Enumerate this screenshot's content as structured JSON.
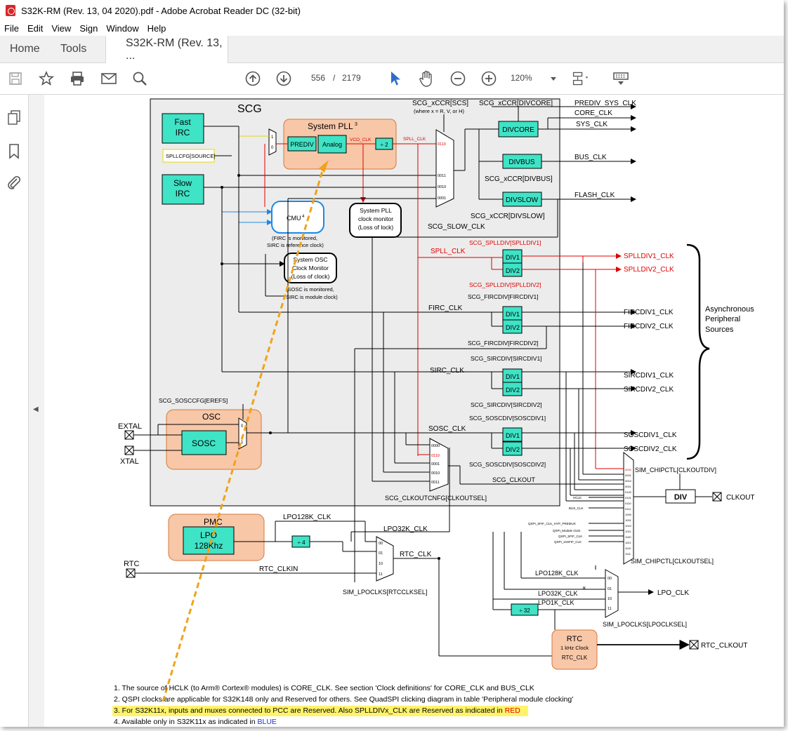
{
  "window": {
    "title": "S32K-RM (Rev. 13, 04 2020).pdf - Adobe Acrobat Reader DC (32-bit)"
  },
  "menu": [
    "File",
    "Edit",
    "View",
    "Sign",
    "Window",
    "Help"
  ],
  "tabs": {
    "home": "Home",
    "tools": "Tools",
    "document": "S32K-RM (Rev. 13, ..."
  },
  "toolbar": {
    "page_current": "556",
    "page_sep": "/",
    "page_total": "2179",
    "zoom": "120%"
  },
  "colors": {
    "accent_blue": "#2d6ec8",
    "teal_block": "#3fe3c6",
    "peach_block": "#f7c7a8",
    "red_signal": "#e00000",
    "highlight": "#fff36b",
    "annotation_orange": "#f0a31a"
  },
  "diagram": {
    "scg_title": "SCG",
    "fast_irc": [
      "Fast",
      "IRC"
    ],
    "splcfg_source": "SPLLCFG[SOURCE]",
    "slow_irc": [
      "Slow",
      "IRC"
    ],
    "system_pll": "System PLL",
    "pll_sup": "3",
    "prediv": "PREDIV",
    "analog": "Analog",
    "vco_clk": "VCO_CLK",
    "div2": "÷ 2",
    "spll_clk_small": "SPLL_CLK",
    "scg_xccr_scs": "SCG_xCCR[SCS]",
    "where_x": "(where x = R, V, or H)",
    "scg_xccr_divcore": "SCG_xCCR[DIVCORE]",
    "divcore": "DIVCORE",
    "divbus": "DIVBUS",
    "divslow": "DIVSLOW",
    "scg_xccr_divbus": "SCG_xCCR[DIVBUS]",
    "scg_xccr_divslow": "SCG_xCCR[DIVSLOW]",
    "prediv_sys_clk": "PREDIV_SYS_CLK",
    "core_clk": "CORE_CLK",
    "sys_clk": "SYS_CLK",
    "bus_clk": "BUS_CLK",
    "flash_clk": "FLASH_CLK",
    "scg_slow_clk": "SCG_SLOW_CLK",
    "cmu": "CMU",
    "cmu_sup": "4",
    "cmu_note": [
      "(FIRC is monitored,",
      "SIRC is reference clock)"
    ],
    "pll_monitor": [
      "System PLL",
      "clock monitor",
      "(Loss of lock)"
    ],
    "osc_monitor": [
      "System OSC",
      "Clock Monitor",
      "(Loss of clock)"
    ],
    "osc_monitor_note": [
      "(SOSC is monitored,",
      "SIRC is module clock)"
    ],
    "spll_clk": "SPLL_CLK",
    "scg_splldiv1": "SCG_SPLLDIV[SPLLDIV1]",
    "scg_splldiv2": "SCG_SPLLDIV[SPLLDIV2]",
    "div1": "DIV1",
    "div2_label": "DIV2",
    "splldiv1_clk": "SPLLDIV1_CLK",
    "splldiv2_clk": "SPLLDIV2_CLK",
    "scg_fircdiv1": "SCG_FIRCDIV[FIRCDIV1]",
    "scg_fircdiv2": "SCG_FIRCDIV[FIRCDIV2]",
    "firc_clk": "FIRC_CLK",
    "fircdiv1_clk": "FIRCDIV1_CLK",
    "fircdiv2_clk": "FIRCDIV2_CLK",
    "scg_sircdiv1": "SCG_SIRCDIV[SIRCDIV1]",
    "scg_sircdiv2": "SCG_SIRCDIV[SIRCDIV2]",
    "sirc_clk": "SIRC_CLK",
    "sircdiv1_clk": "SIRCDIV1_CLK",
    "sircdiv2_clk": "SIRCDIV2_CLK",
    "scg_sosccfg": "SCG_SOSCCFG[EREFS]",
    "osc": "OSC",
    "sosc": "SOSC",
    "extal": "EXTAL",
    "xtal": "XTAL",
    "scg_soscdiv1": "SCG_SOSCDIV[SOSCDIV1]",
    "scg_soscdiv2": "SCG_SOSCDIV[SOSCDIV2]",
    "sosc_clk": "SOSC_CLK",
    "soscdiv1_clk": "SOSCDIV1_CLK",
    "soscdiv2_clk": "SOSCDIV2_CLK",
    "async": [
      "Asynchronous",
      "Peripheral",
      "Sources"
    ],
    "scg_clkout": "SCG_CLKOUT",
    "scg_clkoutcnfg": "SCG_CLKOUTCNFG[CLKOUTSEL]",
    "sim_chipctl_div": "SIM_CHIPCTL[CLKOUTDIV]",
    "sim_chipctl_sel": "SIM_CHIPCTL[CLKOUTSEL]",
    "div": "DIV",
    "clkout": "CLKOUT",
    "hclk": "HCLK",
    "bus_clk_small": "BUS_CLK",
    "qspi_sfif_hyp": "QSPI_SFIF_CLK_HYP_PREMUX",
    "qspi_module": "QSPI_Module clock",
    "qspi_sfif": "QSPI_SFIF_CLK",
    "qspi_2x": "QSPI_2xSFIF_CLK",
    "pmc": "PMC",
    "lpo": "LPO",
    "lpo_freq": "128Khz",
    "lpo128k_clk": "LPO128K_CLK",
    "div4": "÷ 4",
    "lpo32k_clk": "LPO32K_CLK",
    "rtc": "RTC",
    "rtc_clkin": "RTC_CLKIN",
    "rtc_clk": "RTC_CLK",
    "sim_lpoclks_rtc": "SIM_LPOCLKS[RTCCLKSEL]",
    "lpo128k_clk2": "LPO128K_CLK",
    "lpo32k_clk2": "LPO32K_CLK",
    "lpo1k_clk": "LPO1K_CLK",
    "div32": "÷ 32",
    "lpo_clk": "LPO_CLK",
    "sim_lpoclks_lpo": "SIM_LPOCLKS[LPOCLKSEL]",
    "rtc_block": [
      "RTC",
      "1 kHz Clock",
      "RTC_CLK"
    ],
    "rtc_clkout": "RTC_CLKOUT",
    "mux_codes": [
      "0000",
      "0001",
      "0010",
      "0011"
    ],
    "scg_mux_codes": [
      "0110",
      "0011",
      "0010",
      "0001"
    ],
    "clkout_codes": [
      "0110",
      "0001",
      "0010",
      "0011"
    ],
    "chipctl_codes": [
      "0000",
      "0001",
      "0010",
      "0011",
      "0100",
      "0101",
      "0110",
      "0111",
      "1000",
      "1001",
      "1010",
      "1011",
      "1100",
      "1101",
      "1110",
      "1111"
    ],
    "rtc_codes": [
      "00",
      "01",
      "10",
      "11"
    ],
    "lpo_codes": [
      "00",
      "01",
      "10",
      "11"
    ]
  },
  "notes": {
    "n1": "1. The source of HCLK (to Arm® Cortex® modules) is CORE_CLK. See section 'Clock definitions' for CORE_CLK and BUS_CLK",
    "n2": "2. QSPI clocks are applicable for S32K148 only and Reserved for others. See QuadSPI clicking diagram in table 'Peripheral module clocking'",
    "n3a": "3. For S32K11x, inputs and muxes connected to PCC are Reserved. Also SPLLDIVx_CLK are Reserved as indicated in ",
    "n3b": "RED",
    "n4a": "4. Available only in S32K11x as indicated in ",
    "n4b": "BLUE"
  }
}
